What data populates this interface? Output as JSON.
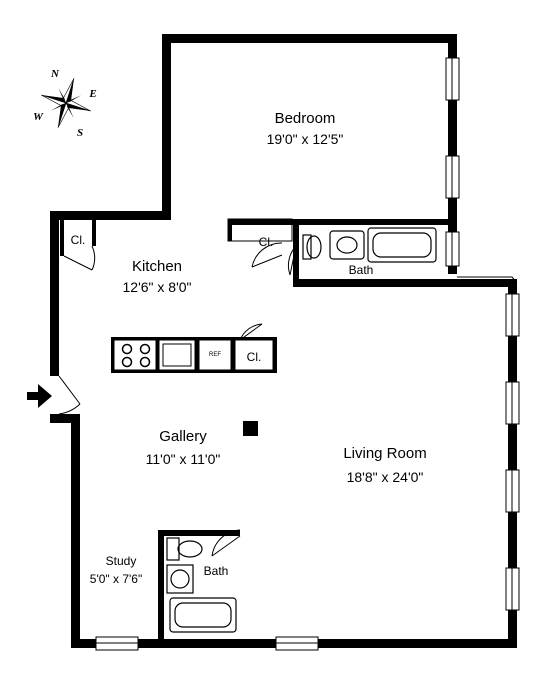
{
  "compass": {
    "n": "N",
    "e": "E",
    "s": "S",
    "w": "W"
  },
  "rooms": {
    "bedroom": {
      "name": "Bedroom",
      "dims": "19'0\" x 12'5\""
    },
    "kitchen": {
      "name": "Kitchen",
      "dims": "12'6\" x 8'0\""
    },
    "gallery": {
      "name": "Gallery",
      "dims": "11'0\" x 11'0\""
    },
    "living_room": {
      "name": "Living Room",
      "dims": "18'8\" x 24'0\""
    },
    "study": {
      "name": "Study",
      "dims": "5'0\" x 7'6\""
    },
    "bath_upper": {
      "name": "Bath"
    },
    "bath_lower": {
      "name": "Bath"
    }
  },
  "closets": {
    "kitchen": "Cl.",
    "bedroom": "Cl.",
    "island": "Cl."
  },
  "appliances": {
    "fridge": "REF"
  },
  "colors": {
    "wall": "#000000",
    "background": "#ffffff"
  }
}
